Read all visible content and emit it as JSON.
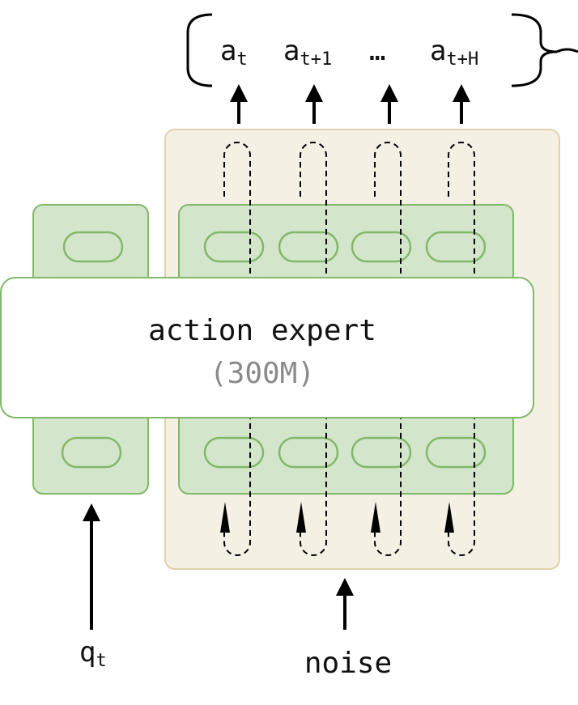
{
  "outputs": {
    "items": [
      {
        "base": "a",
        "sub": "t"
      },
      {
        "base": "a",
        "sub": "t+1"
      },
      {
        "base": "…",
        "sub": ""
      },
      {
        "base": "a",
        "sub": "t+H"
      }
    ]
  },
  "expert": {
    "title": "action expert",
    "size": "(300M)"
  },
  "inputs": {
    "state": {
      "base": "q",
      "sub": "t"
    },
    "noise": "noise"
  },
  "colors": {
    "token_block_fill": "#d3e6cb",
    "token_block_stroke": "#82b86a",
    "token_fill": "#d3e6cb",
    "outer_panel_fill": "#f4f0e4",
    "outer_panel_stroke": "#e0d2a8",
    "expert_box_fill": "#ffffff",
    "expert_box_stroke": "#82b86a",
    "size_text": "#8a8a8a",
    "ink": "#000000"
  }
}
